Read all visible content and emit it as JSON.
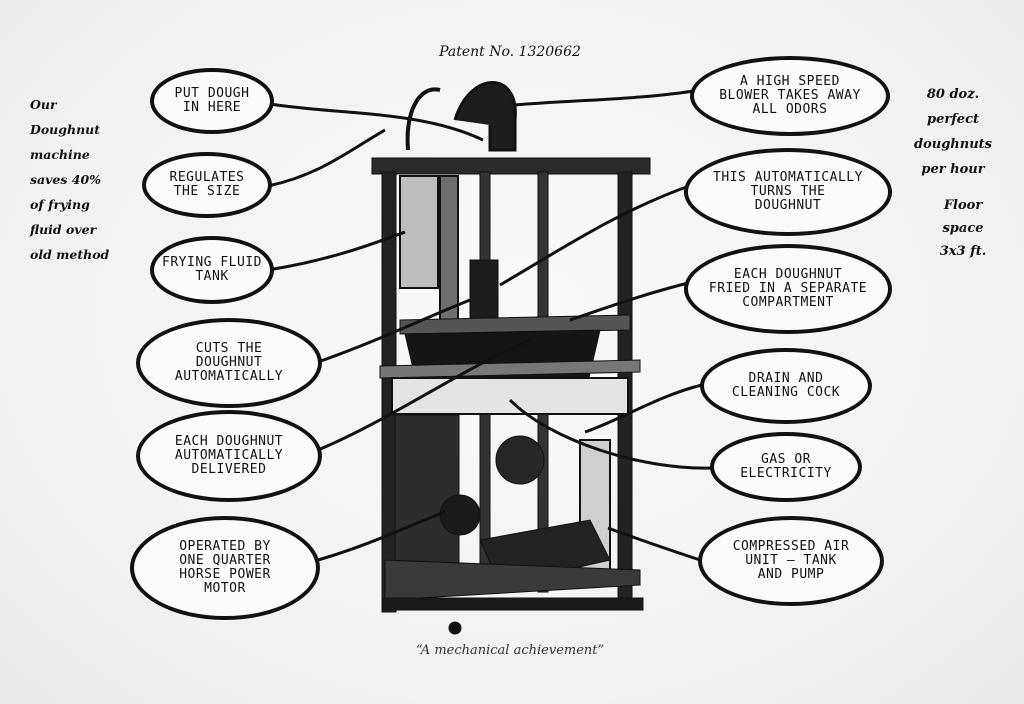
{
  "header": {
    "patent": "Patent No. 1320662"
  },
  "caption": "“A mechanical achievement”",
  "left_note": [
    "Our",
    "Doughnut",
    "machine",
    "saves 40%",
    "of frying",
    "fluid over",
    "old method"
  ],
  "right_note_capacity": [
    "80 doz.",
    "perfect",
    "doughnuts",
    "per hour"
  ],
  "right_note_floor": [
    "Floor",
    "space",
    "3x3 ft."
  ],
  "callouts_left": [
    {
      "lines": [
        "PUT DOUGH",
        "IN HERE"
      ]
    },
    {
      "lines": [
        "REGULATES",
        "THE SIZE"
      ]
    },
    {
      "lines": [
        "FRYING FLUID",
        "TANK"
      ]
    },
    {
      "lines": [
        "CUTS THE",
        "DOUGHNUT",
        "AUTOMATICALLY"
      ]
    },
    {
      "lines": [
        "EACH DOUGHNUT",
        "AUTOMATICALLY",
        "DELIVERED"
      ]
    },
    {
      "lines": [
        "OPERATED BY",
        "ONE QUARTER",
        "HORSE POWER",
        "MOTOR"
      ]
    }
  ],
  "callouts_right": [
    {
      "lines": [
        "A HIGH SPEED",
        "BLOWER TAKES AWAY",
        "ALL ODORS"
      ]
    },
    {
      "lines": [
        "THIS AUTOMATICALLY",
        "TURNS THE",
        "DOUGHNUT"
      ]
    },
    {
      "lines": [
        "EACH DOUGHNUT",
        "FRIED IN A SEPARATE",
        "COMPARTMENT"
      ]
    },
    {
      "lines": [
        "DRAIN AND",
        "CLEANING COCK"
      ]
    },
    {
      "lines": [
        "GAS OR",
        "ELECTRICITY"
      ]
    },
    {
      "lines": [
        "COMPRESSED AIR",
        "UNIT – TANK",
        "AND PUMP"
      ]
    }
  ]
}
